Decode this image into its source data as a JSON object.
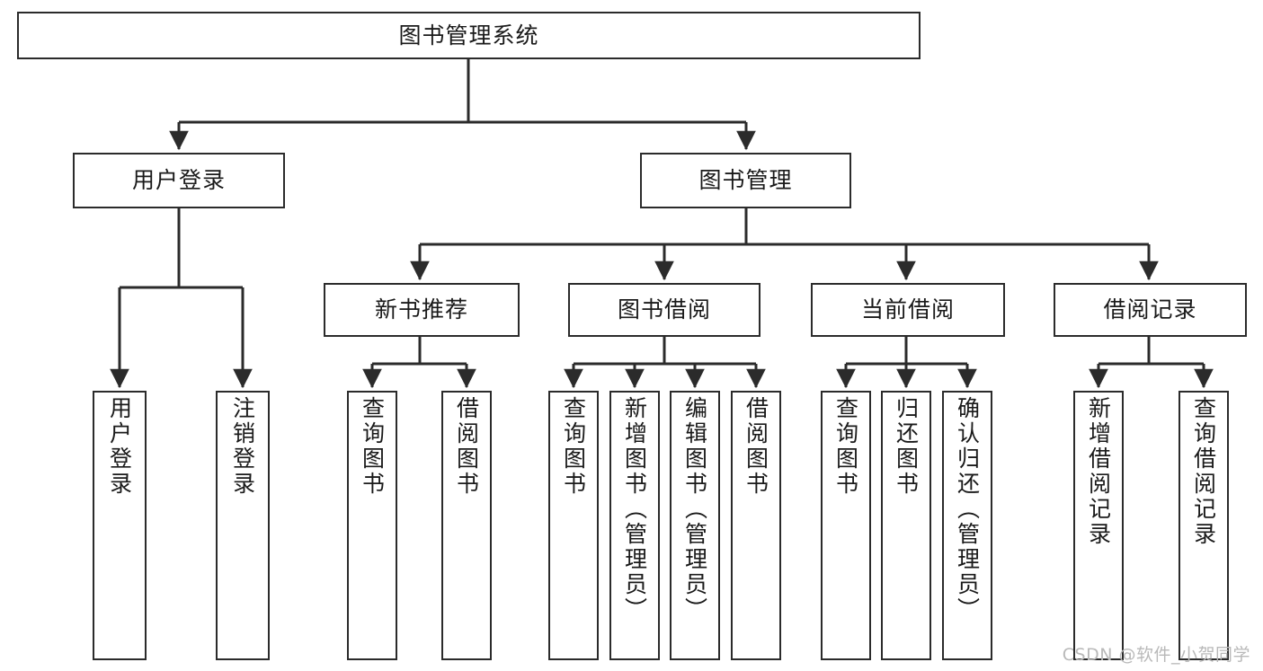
{
  "diagram": {
    "title": "图书管理系统",
    "watermark": "CSDN @软件_小贺同学",
    "colors": {
      "stroke": "#2b2b2b",
      "fill": "#ffffff",
      "text": "#1a1a1a",
      "watermark": "#b9b9b9"
    },
    "levels": {
      "root": {
        "label": "图书管理系统"
      },
      "level2": [
        {
          "id": "user-login",
          "label": "用户登录"
        },
        {
          "id": "book-management",
          "label": "图书管理"
        }
      ],
      "level3": [
        {
          "id": "new-book-recommend",
          "label": "新书推荐",
          "parent": "book-management"
        },
        {
          "id": "book-borrow",
          "label": "图书借阅",
          "parent": "book-management"
        },
        {
          "id": "current-borrow",
          "label": "当前借阅",
          "parent": "book-management"
        },
        {
          "id": "borrow-record",
          "label": "借阅记录",
          "parent": "book-management"
        }
      ],
      "leaves": [
        {
          "id": "leaf-user-login",
          "label": "用户登录",
          "parent": "user-login"
        },
        {
          "id": "leaf-logout-login",
          "label": "注销登录",
          "parent": "user-login"
        },
        {
          "id": "leaf-query-book-1",
          "label": "查询图书",
          "parent": "new-book-recommend"
        },
        {
          "id": "leaf-borrow-book-1",
          "label": "借阅图书",
          "parent": "new-book-recommend"
        },
        {
          "id": "leaf-query-book-2",
          "label": "查询图书",
          "parent": "book-borrow"
        },
        {
          "id": "leaf-add-book",
          "label": "新增图书（管理员）",
          "parent": "book-borrow"
        },
        {
          "id": "leaf-edit-book",
          "label": "编辑图书（管理员）",
          "parent": "book-borrow"
        },
        {
          "id": "leaf-borrow-book-2",
          "label": "借阅图书",
          "parent": "book-borrow"
        },
        {
          "id": "leaf-query-book-3",
          "label": "查询图书",
          "parent": "current-borrow"
        },
        {
          "id": "leaf-return-book",
          "label": "归还图书",
          "parent": "current-borrow"
        },
        {
          "id": "leaf-confirm-return",
          "label": "确认归还（管理员）",
          "parent": "current-borrow"
        },
        {
          "id": "leaf-add-record",
          "label": "新增借阅记录",
          "parent": "borrow-record"
        },
        {
          "id": "leaf-query-record",
          "label": "查询借阅记录",
          "parent": "borrow-record"
        }
      ]
    }
  }
}
